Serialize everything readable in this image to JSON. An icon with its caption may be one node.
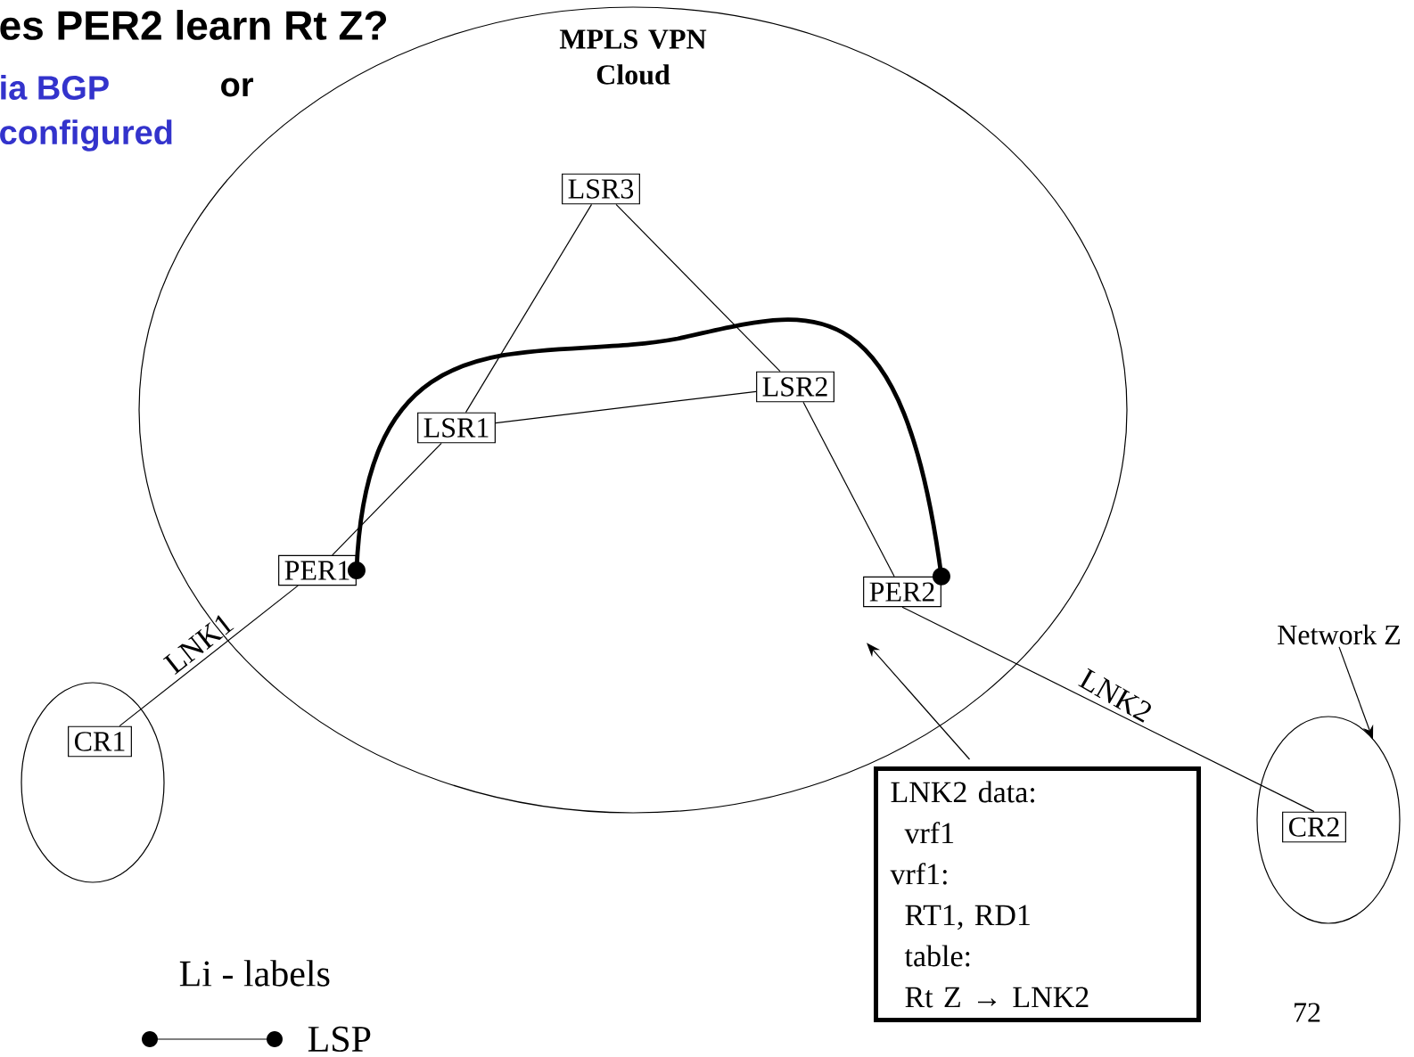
{
  "diagram": {
    "title": "es PER2 learn Rt Z?",
    "nodes": [
      {
        "text": [
          "MPLS VPN Cloud"
        ]
      },
      {
        "text": [
          "LSR3"
        ],
        "in": 0
      },
      {
        "text": [
          "LSR1"
        ],
        "in": 0
      },
      {
        "text": [
          "LSR2"
        ],
        "in": 0
      },
      {
        "text": [
          "PER1"
        ],
        "in": 0
      },
      {
        "text": [
          "PER2"
        ],
        "in": 0
      },
      {
        "text": [],
        "shape": "circle"
      },
      {
        "text": [
          "CR1"
        ],
        "in": 6
      },
      {
        "text": [],
        "shape": "circle"
      },
      {
        "text": [
          "CR2"
        ],
        "in": 8
      },
      {
        "text": [
          "LNK2 data:",
          "vrf1",
          "vrf1:",
          "RT1, RD1",
          "table:",
          "Rt Z → LNK2"
        ]
      },
      {
        "text": [
          "Network Z"
        ]
      }
    ],
    "edges": [
      {
        "from": 1,
        "to": 2,
        "arrow": "none"
      },
      {
        "from": 1,
        "to": 3,
        "arrow": "none"
      },
      {
        "from": 2,
        "to": 3,
        "arrow": "none"
      },
      {
        "from": 2,
        "to": 4,
        "arrow": "none"
      },
      {
        "from": 3,
        "to": 5,
        "arrow": "none"
      },
      {
        "from": 4,
        "to": 7,
        "label": "LNK1",
        "arrow": "none"
      },
      {
        "from": 5,
        "to": 9,
        "label": "LNK2",
        "arrow": "none"
      },
      {
        "from": 4,
        "to": 5,
        "arrow": "other",
        "style": "thick"
      },
      {
        "from": 10,
        "to": 5,
        "arrow": "to"
      },
      {
        "from": 11,
        "to": 8,
        "arrow": "to"
      }
    ],
    "labels": [
      "ia BGP",
      "or",
      "configured",
      "Li - labels",
      "72"
    ],
    "legend": [
      {
        "text": "LSP"
      }
    ]
  }
}
